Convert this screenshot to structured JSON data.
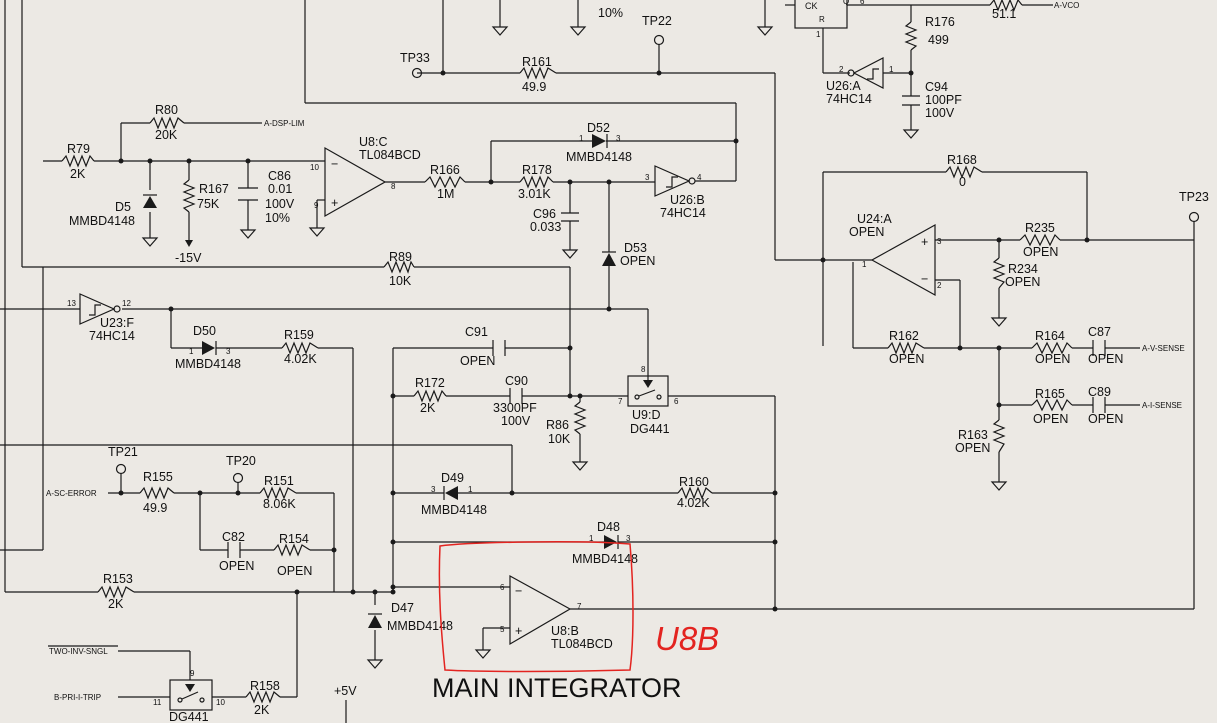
{
  "diagram_title": "MAIN INTEGRATOR",
  "annotation": "U8B",
  "text": {
    "r80": "R80",
    "r80v": "20K",
    "dsp_lim": "A-DSP-LIM",
    "r79": "R79",
    "r79v": "2K",
    "d5": "D5",
    "d5v": "MMBD4148",
    "r167": "R167",
    "r167v": "75K",
    "m15v": "-15V",
    "c86": "C86",
    "c86v1": "0.01",
    "c86v2": "100V",
    "c86v3": "10%",
    "top_10pct": "10%",
    "u8c": "U8:C",
    "u8cv": "TL084BCD",
    "r166": "R166",
    "r166v": "1M",
    "tp33": "TP33",
    "tp22": "TP22",
    "r161": "R161",
    "r161v": "49.9",
    "d52": "D52",
    "d52v": "MMBD4148",
    "r178": "R178",
    "r178v": "3.01K",
    "c96": "C96",
    "c96v": "0.033",
    "u26b": "U26:B",
    "u26bv": "74HC14",
    "d53": "D53",
    "d53v": "OPEN",
    "ck": "CK",
    "r176": "R176",
    "r176v": "499",
    "r_511": "51.1",
    "a_vco": "A-VCO",
    "u26a": "U26:A",
    "u26av": "74HC14",
    "c94": "C94",
    "c94v1": "100PF",
    "c94v2": "100V",
    "r168": "R168",
    "r168v": "0",
    "tp23": "TP23",
    "u24a": "U24:A",
    "u24av": "OPEN",
    "r235": "R235",
    "r235v": "OPEN",
    "r234": "R234",
    "r234v": "OPEN",
    "r89": "R89",
    "r89v": "10K",
    "u23f": "U23:F",
    "u23fv": "74HC14",
    "d50": "D50",
    "d50v": "MMBD4148",
    "r159": "R159",
    "r159v": "4.02K",
    "c91": "C91",
    "c91v": "OPEN",
    "r162": "R162",
    "r162v": "OPEN",
    "r164": "R164",
    "r164v": "OPEN",
    "c87": "C87",
    "c87v": "OPEN",
    "v_sense": "A-V-SENSE",
    "r172": "R172",
    "r172v": "2K",
    "c90": "C90",
    "c90v1": "3300PF",
    "c90v2": "100V",
    "r86": "R86",
    "r86v": "10K",
    "u9d": "U9:D",
    "u9dv": "DG441",
    "r165": "R165",
    "r165v": "OPEN",
    "c89": "C89",
    "c89v": "OPEN",
    "i_sense": "A-I-SENSE",
    "r163": "R163",
    "r163v": "OPEN",
    "tp21": "TP21",
    "tp20": "TP20",
    "sc_error": "A-SC-ERROR",
    "r155": "R155",
    "r155v": "49.9",
    "r151": "R151",
    "r151v": "8.06K",
    "d49": "D49",
    "d49v": "MMBD4148",
    "r160": "R160",
    "r160v": "4.02K",
    "c82": "C82",
    "c82v": "OPEN",
    "r154": "R154",
    "r154v": "OPEN",
    "d48": "D48",
    "d48v": "MMBD4148",
    "r153": "R153",
    "r153v": "2K",
    "d47": "D47",
    "d47v": "MMBD4148",
    "u8b": "U8:B",
    "u8bv": "TL084BCD",
    "two_inv": "TWO-INV-SNGL",
    "b_pri": "B-PRI-I-TRIP",
    "dg441b": "DG441",
    "r158": "R158",
    "r158v": "2K",
    "p5v": "+5V"
  },
  "pins": {
    "p10": "10",
    "p9": "9",
    "p8": "8",
    "p3": "3",
    "p4": "4",
    "p1": "1",
    "p2": "2",
    "p6": "6",
    "p5": "5",
    "p7": "7",
    "p11": "11",
    "p12": "12",
    "p13": "13"
  }
}
